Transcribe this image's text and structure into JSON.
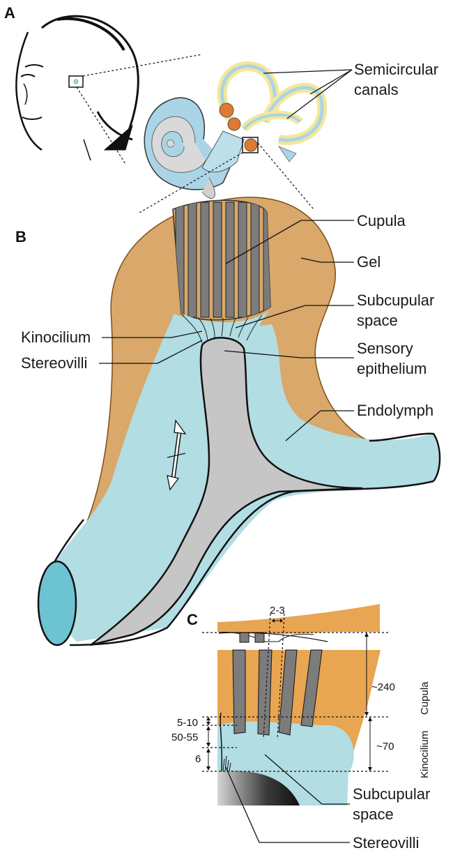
{
  "panels": {
    "a": "A",
    "b": "B",
    "c": "C"
  },
  "panel_a": {
    "semicircular_canals": [
      "Semicircular",
      "canals"
    ]
  },
  "panel_b": {
    "cupula": "Cupula",
    "gel": "Gel",
    "subcupular_space": [
      "Subcupular",
      "space"
    ],
    "sensory_epithelium": [
      "Sensory",
      "epithelium"
    ],
    "kinocilium": "Kinocilium",
    "stereovilli": "Stereovilli",
    "endolymph": "Endolymph"
  },
  "panel_c": {
    "width_label": "2-3",
    "cupula_height": "~240",
    "cupula_label": "Cupula",
    "kinocilium_height": "~70",
    "kinocilium_label": "Kinocilium",
    "gap_label": "5-10",
    "mid_label": "50-55",
    "stereo_label": "6",
    "subcupular_space": [
      "Subcupular",
      "space"
    ],
    "stereovilli": "Stereovilli"
  },
  "colors": {
    "cupula_fill": "#d9a86a",
    "cupula_fill_c": "#e8a552",
    "endolymph": "#b1dde3",
    "epithelium": "#c6c6c6",
    "opening": "#6cc3d2",
    "canal_yellow": "#f5e79a",
    "canal_blue": "#a9d5e6",
    "hair_cell_orange": "#e07a2e",
    "stripe_gray": "#7c7c7c"
  }
}
